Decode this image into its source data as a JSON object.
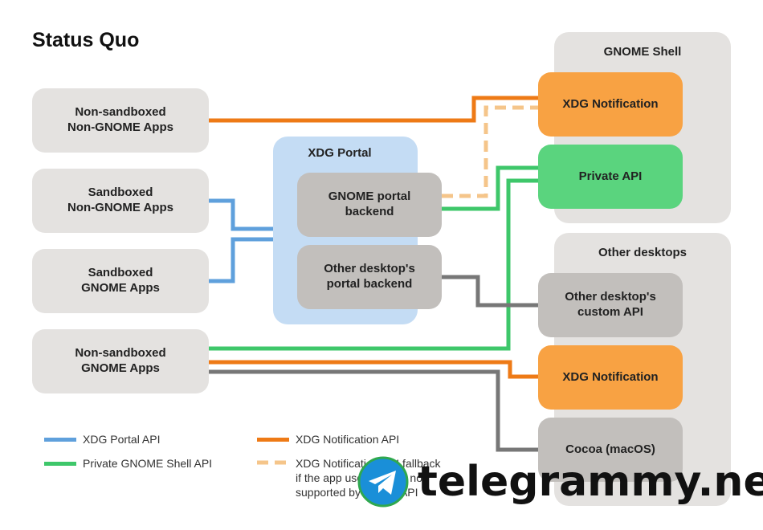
{
  "title": "Status Quo",
  "apps": [
    {
      "label": "Non-sandboxed\nNon-GNOME Apps"
    },
    {
      "label": "Sandboxed\nNon-GNOME Apps"
    },
    {
      "label": "Sandboxed\nGNOME Apps"
    },
    {
      "label": "Non-sandboxed\nGNOME Apps"
    }
  ],
  "portal": {
    "title": "XDG Portal",
    "gnome_backend": "GNOME portal\nbackend",
    "other_backend": "Other desktop's\nportal backend"
  },
  "gnome_shell": {
    "title": "GNOME Shell",
    "xdg_notification": "XDG Notification",
    "private_api": "Private API"
  },
  "other_desktops": {
    "title": "Other desktops",
    "custom_api": "Other desktop's\ncustom API",
    "xdg_notification": "XDG Notification",
    "cocoa": "Cocoa (macOS)"
  },
  "legend": {
    "portal_api": "XDG Portal API",
    "private_shell_api": "Private GNOME Shell API",
    "xdg_notification_api": "XDG Notification API",
    "fallback": "XDG Notification API fallback\nif the app uses feature not\nsupported by private API"
  },
  "colors": {
    "portal_line": "#5fa0dc",
    "private_line": "#3ec76a",
    "notification_line": "#ee7a16",
    "fallback_line": "#f5c58a",
    "other_line": "#777777"
  },
  "watermark": "telegrammy.net"
}
